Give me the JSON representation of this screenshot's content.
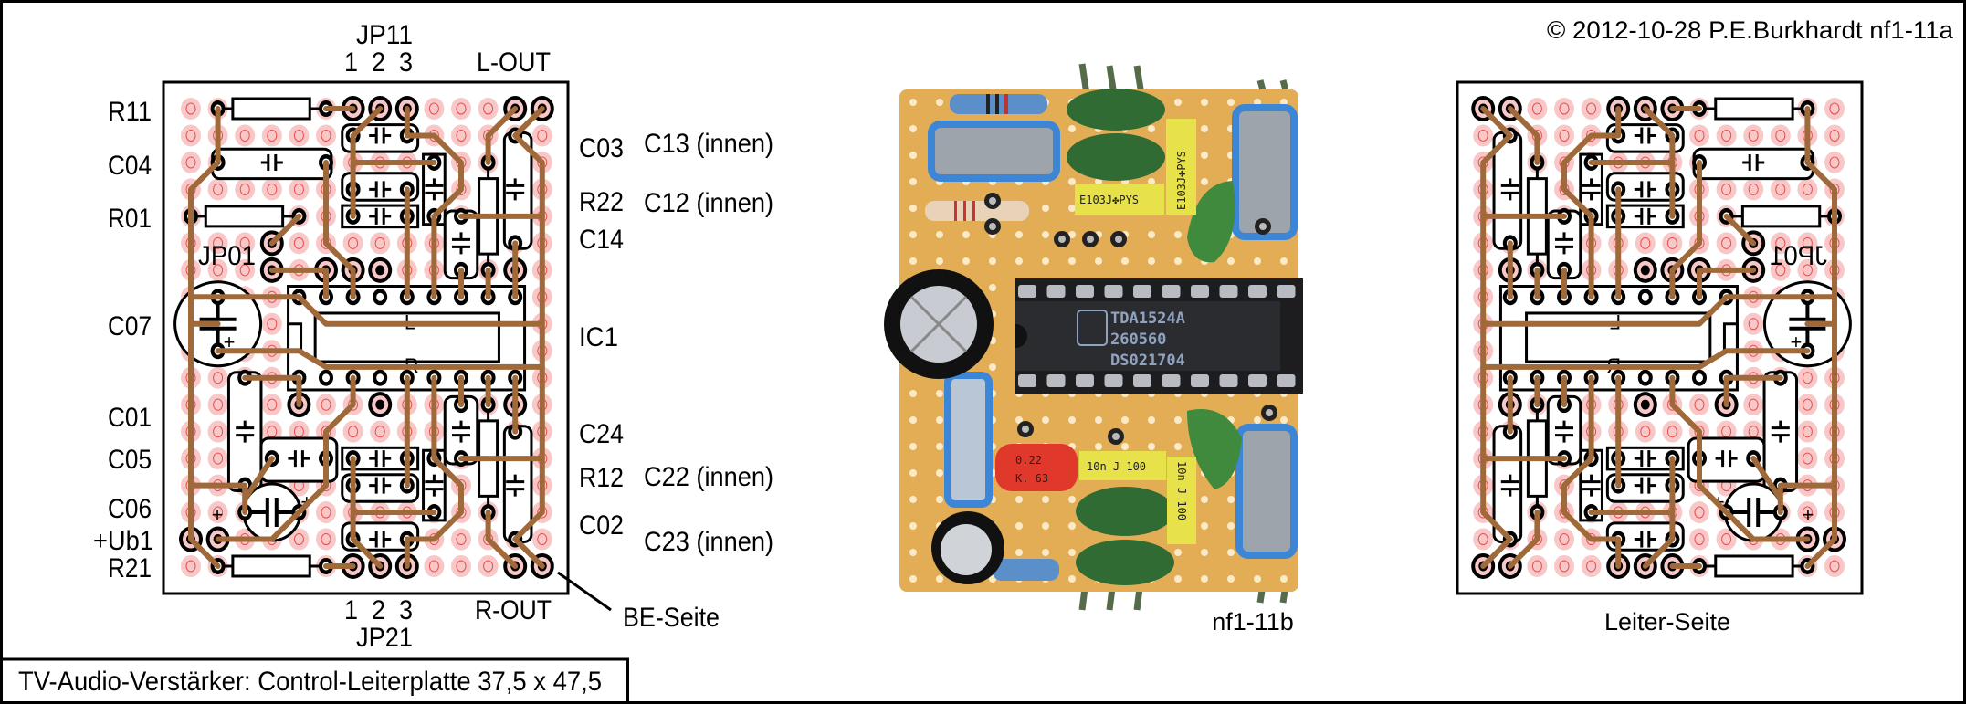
{
  "copyright": "© 2012-10-28 P.E.Burkhardt nf1-11a",
  "title": "TV-Audio-Verstärker: Control-Leiterplatte 37,5 x 47,5",
  "component_side": {
    "caption": "BE-Seite",
    "jp11": "JP11",
    "jp21": "JP21",
    "pins_top": "1  2  3",
    "pins_bottom": "1  2  3",
    "l_out": "L-OUT",
    "r_out": "R-OUT",
    "left": {
      "r11": "R11",
      "c04": "C04",
      "r01": "R01",
      "c07": "C07",
      "c01": "C01",
      "c05": "C05",
      "c06": "C06",
      "ub1": "+Ub1",
      "r21": "R21"
    },
    "right": {
      "c03": "C03",
      "c13": "C13 (innen)",
      "r22": "R22",
      "c12": "C12 (innen)",
      "c14": "C14",
      "ic1": "IC1",
      "c24": "C24",
      "r12": "R12",
      "c22": "C22 (innen)",
      "c02": "C02",
      "c23": "C23 (innen)"
    }
  },
  "board_marks": {
    "jp01": "JP01",
    "ic_l": "L",
    "ic_r": "R",
    "plus": "+"
  },
  "photo": {
    "caption": "nf1-11b",
    "chip_lines": [
      "TDA1524A",
      "260560",
      "DS021704"
    ],
    "cap_top_h": "E103J✤PYS",
    "cap_top_v": "E103J✤PYS",
    "red_cap": [
      "0.22",
      "K. 63"
    ],
    "cap_bottom_h": "10n J 100",
    "cap_bottom_v": "10n J 100"
  },
  "conductor_side": {
    "caption": "Leiter-Seite"
  },
  "colors": {
    "trace": "#a0693a",
    "hole": "#f8c8c8",
    "hole_ring": "#e8504f",
    "board": "#e3ad55"
  }
}
